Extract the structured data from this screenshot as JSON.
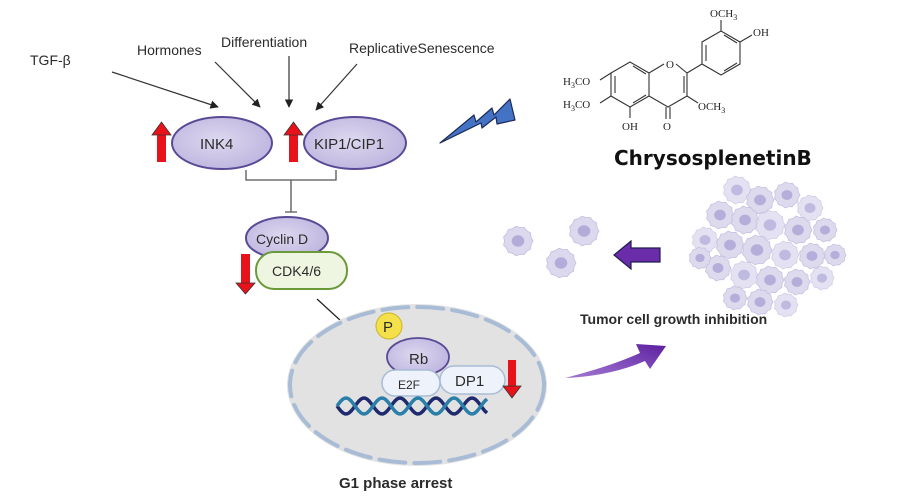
{
  "title": "Chrysosplenetin B induces G1 phase arrest via CDK inhibitors",
  "stimuli": [
    "TGF-β",
    "Hormones",
    "Differentiation",
    "ReplicativeSenescence"
  ],
  "inhibitors": {
    "ink4": "INK4",
    "kip": "KIP1/CIP1",
    "direction": "up"
  },
  "complex": {
    "cyclin": "Cyclin D",
    "cdk": "CDK4/6",
    "direction": "down"
  },
  "nucleus": {
    "phospho": "P",
    "rb": "Rb",
    "e2f": "E2F",
    "dp1": "DP1",
    "direction": "down",
    "caption": "G1 phase arrest"
  },
  "compound": {
    "name": "ChrysosplenetinB",
    "groups": {
      "och3_top": "OCH",
      "oh_top": "OH",
      "h3co_1": "H",
      "h3co_2": "H",
      "co_1": "CO",
      "co_2": "CO",
      "och3_right": "OCH",
      "oh_bottom": "OH",
      "o_ring": "O",
      "o_keto": "O",
      "sub3": "3"
    }
  },
  "outcome": {
    "caption": "Tumor cell growth inhibition"
  },
  "colors": {
    "protein_fill": "#c9c3e3",
    "protein_stroke": "#5a4a96",
    "cdk_fill": "#eef6e2",
    "cdk_stroke": "#6a9a3a",
    "red_arrow": "#e8121b",
    "bolt": "#4472c4",
    "purple_arrow": "#6a2ca8",
    "nucleus_fill": "#e2e2e2",
    "nucleus_dash": "#a8bcd6",
    "phospho_fill": "#f4e04a",
    "dna_dark": "#1f2a6e",
    "dna_light": "#2a7fa8",
    "cell_fill": "#d6d3ea"
  }
}
